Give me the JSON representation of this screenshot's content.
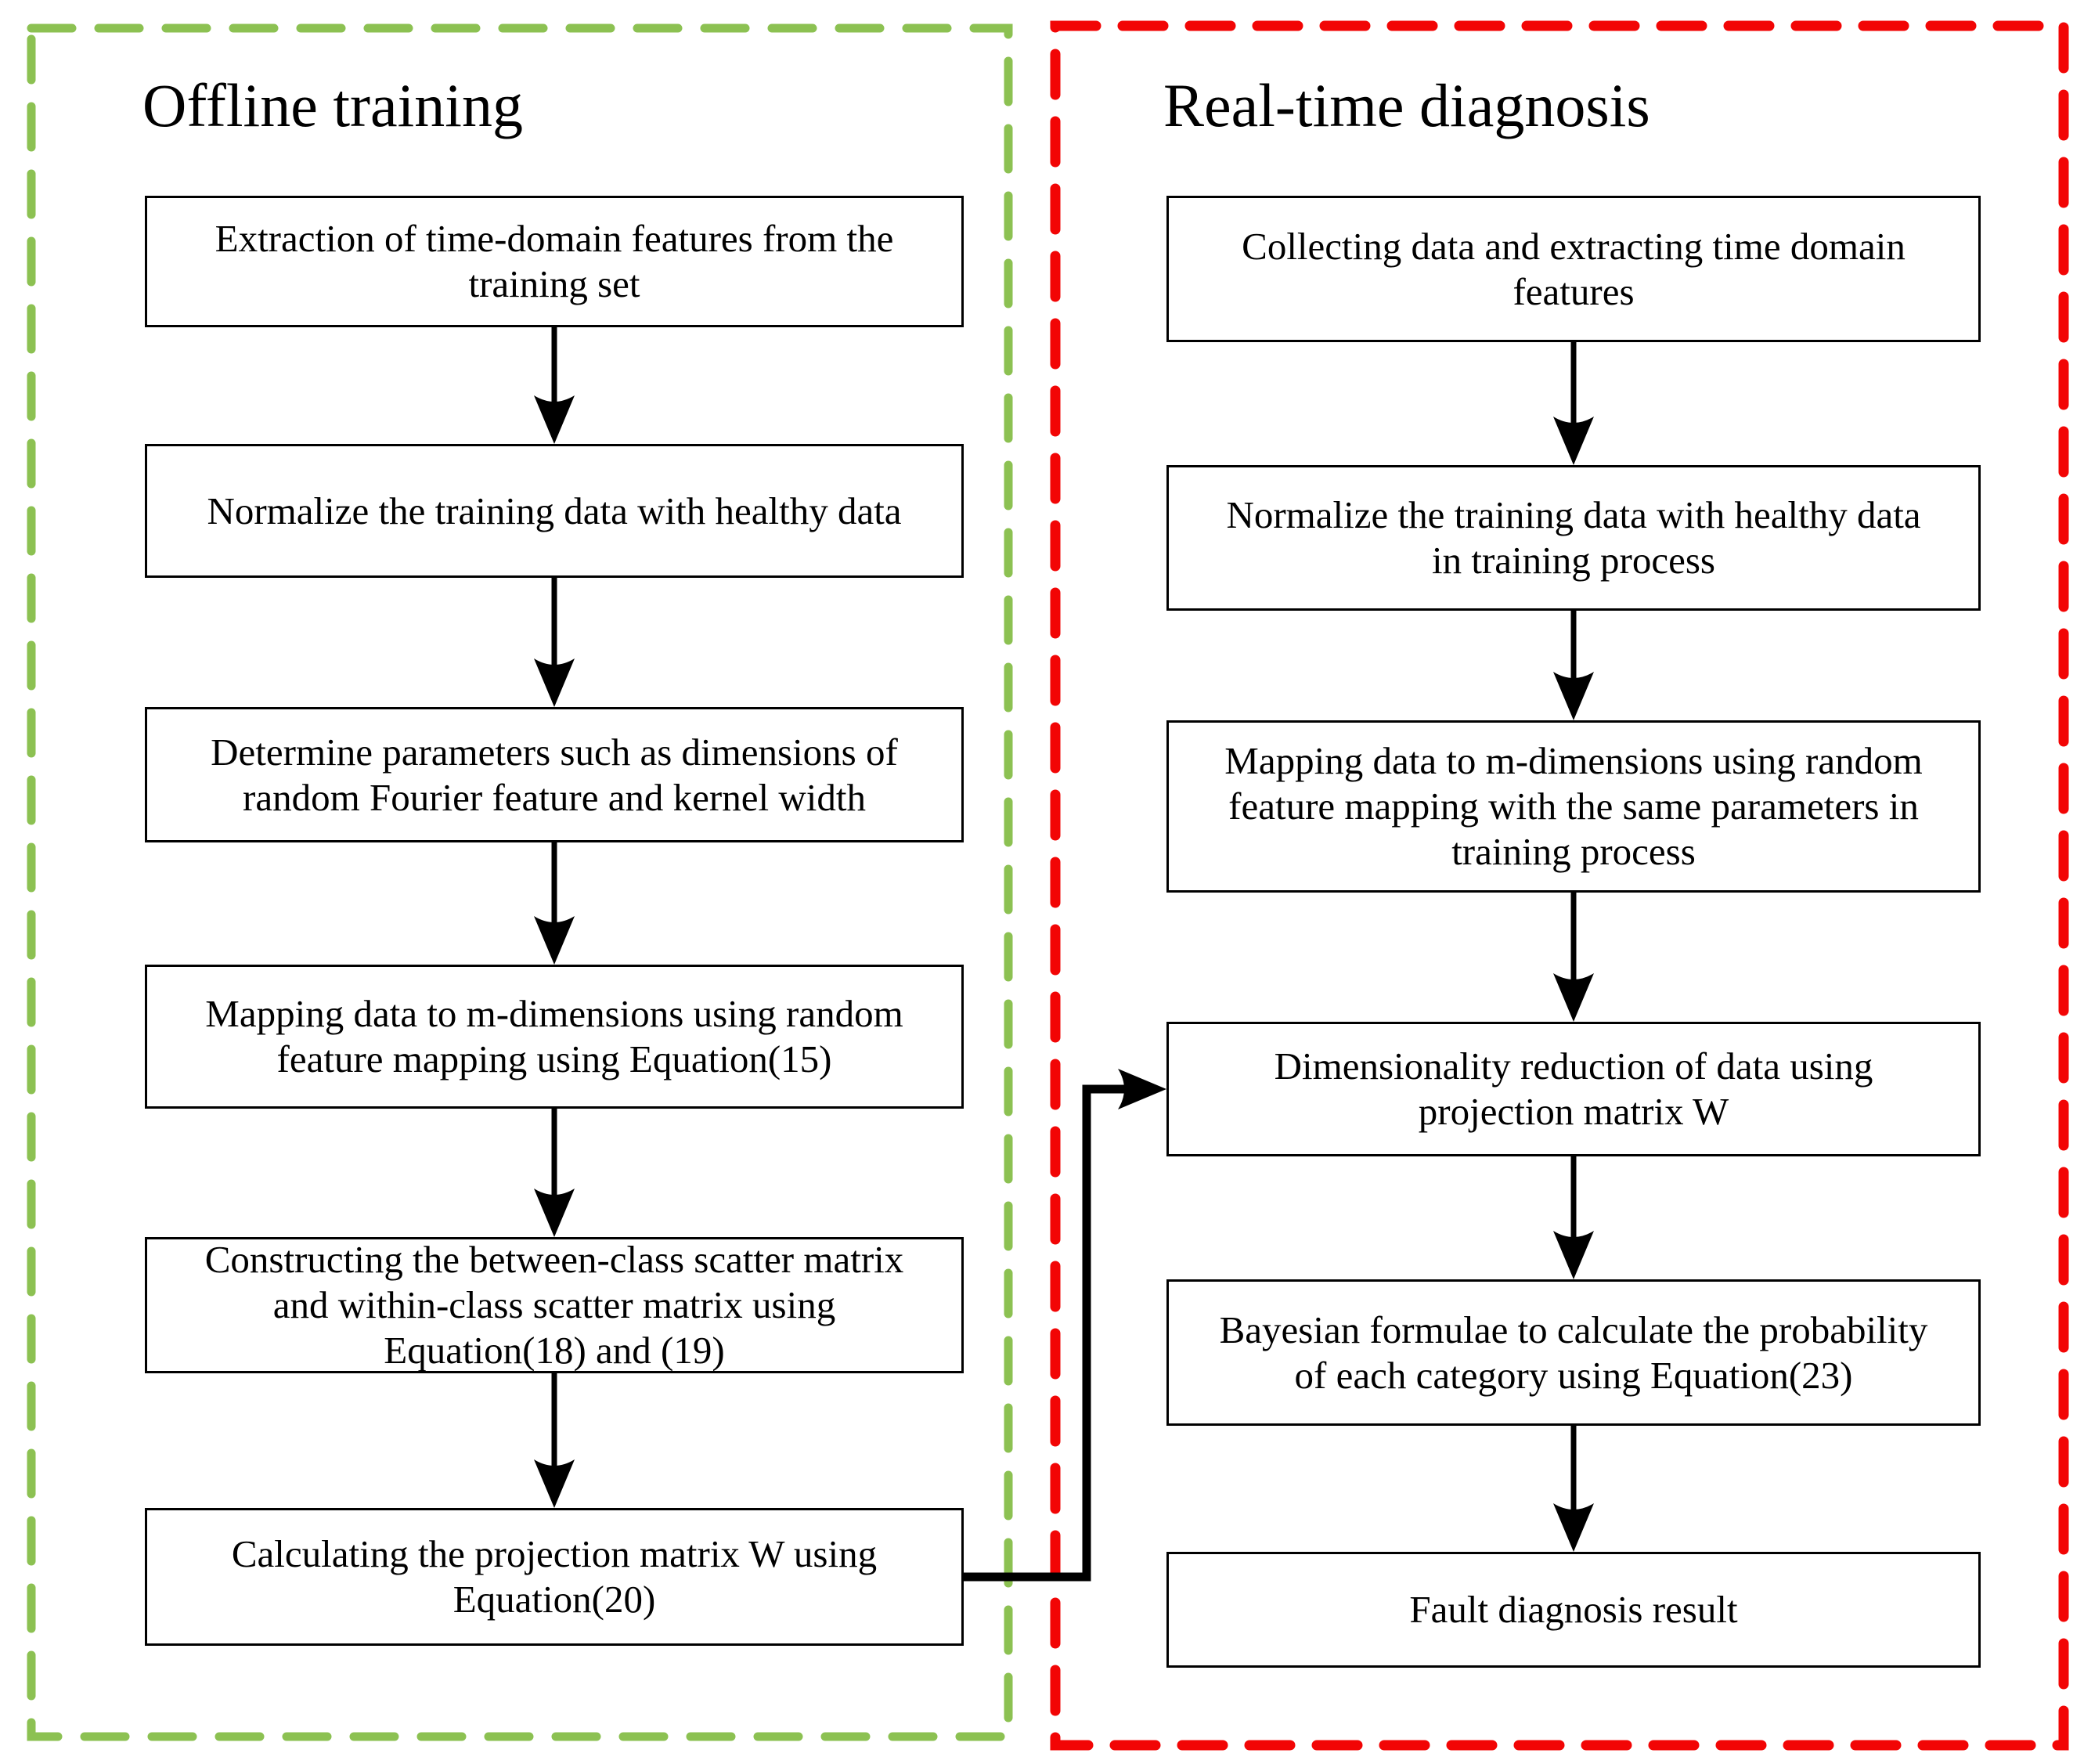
{
  "diagram": {
    "panels": [
      {
        "title": "Offline training",
        "border_color": "#8CC152",
        "border_style": "dashed",
        "steps": [
          "Extraction of time-domain features from the\ntraining set",
          "Normalize the training data with healthy data",
          "Determine parameters such as dimensions of\nrandom Fourier feature and kernel width",
          "Mapping data to m-dimensions using random\nfeature mapping using Equation(15)",
          "Constructing the between-class scatter matrix\nand within-class scatter matrix using\nEquation(18) and (19)",
          "Calculating the projection matrix W using\nEquation(20)"
        ]
      },
      {
        "title": "Real-time diagnosis",
        "border_color": "#F20505",
        "border_style": "dashed",
        "steps": [
          "Collecting data and extracting time domain\nfeatures",
          "Normalize the training data with healthy data\nin training process",
          "Mapping data to m-dimensions using random\nfeature mapping with the same parameters in\ntraining process",
          "Dimensionality reduction of data using\nprojection matrix W",
          "Bayesian formulae to calculate the probability\nof each category using Equation(23)",
          "Fault diagnosis result"
        ]
      }
    ],
    "cross_link": {
      "from": "Calculating the projection matrix W using Equation(20)",
      "to": "Dimensionality reduction of data using projection matrix W"
    },
    "colors": {
      "box_border": "#000000",
      "box_fill": "#ffffff",
      "arrow": "#000000",
      "text": "#000000",
      "background": "#ffffff"
    }
  }
}
